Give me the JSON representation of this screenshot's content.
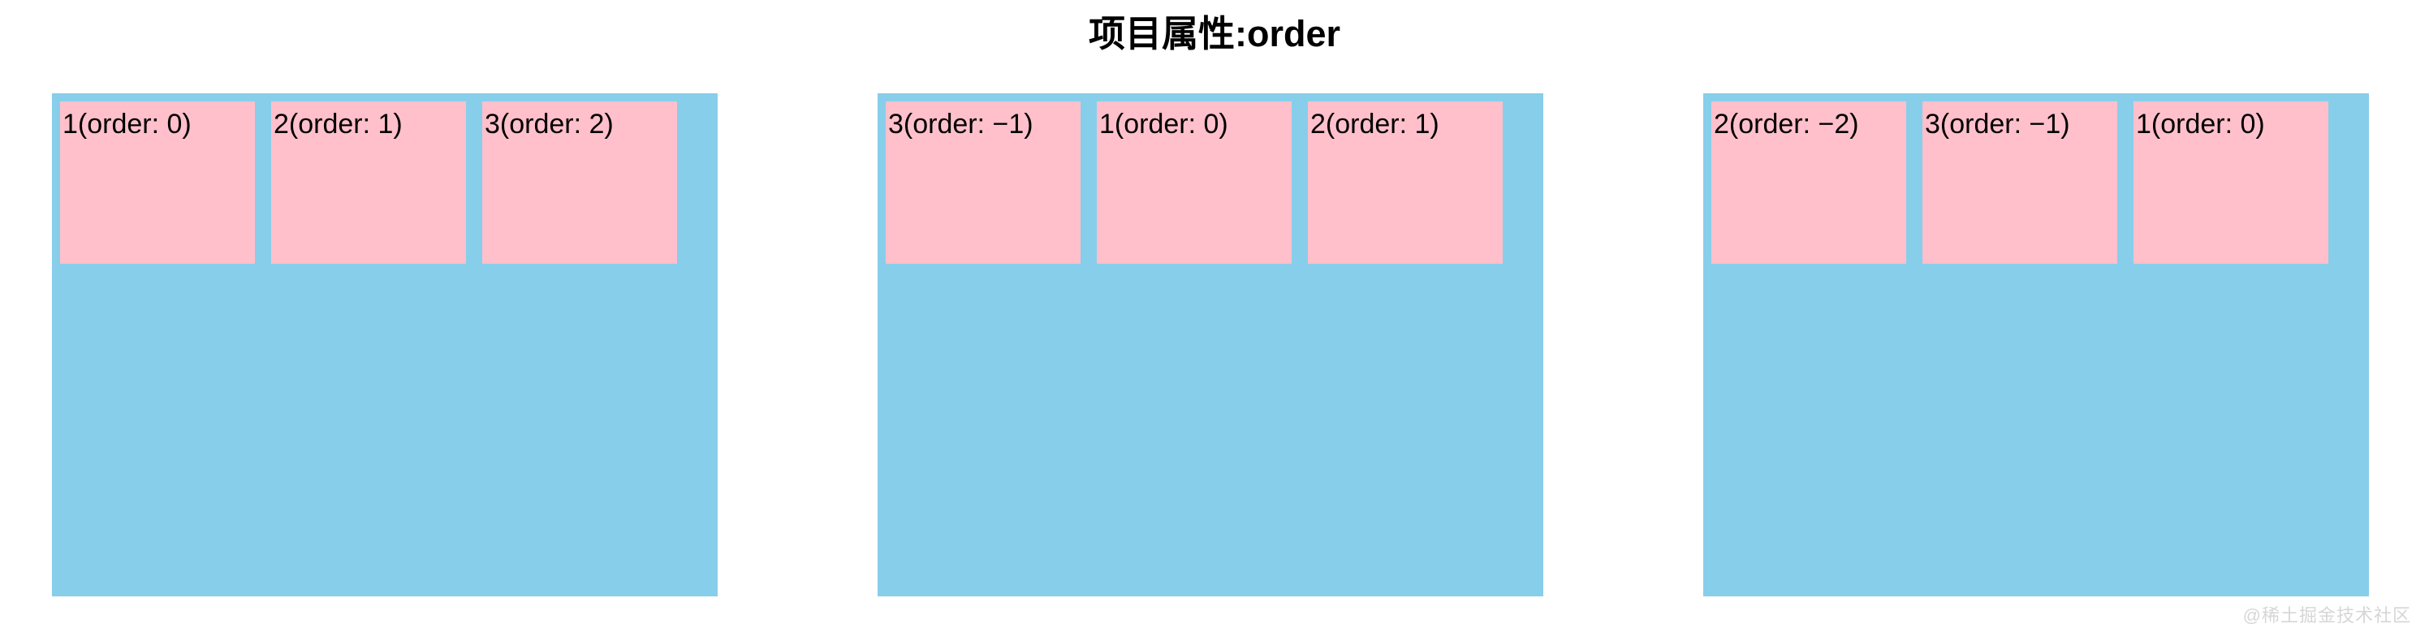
{
  "page": {
    "title": "项目属性:order",
    "watermark": "@稀土掘金技术社区"
  },
  "colors": {
    "page_bg": "#ffffff",
    "container_bg": "#87ceeb",
    "item_bg": "#ffc0cb",
    "label_text": "#000000",
    "title_text": "#000000",
    "watermark_text": "#d6d6d6"
  },
  "containers": [
    {
      "id": "container-1",
      "items": [
        "1(order: 0)",
        "2(order: 1)",
        "3(order: 2)"
      ]
    },
    {
      "id": "container-2",
      "items": [
        "3(order: −1)",
        "1(order: 0)",
        "2(order: 1)"
      ]
    },
    {
      "id": "container-3",
      "items": [
        "2(order: −2)",
        "3(order: −1)",
        "1(order: 0)"
      ]
    }
  ]
}
